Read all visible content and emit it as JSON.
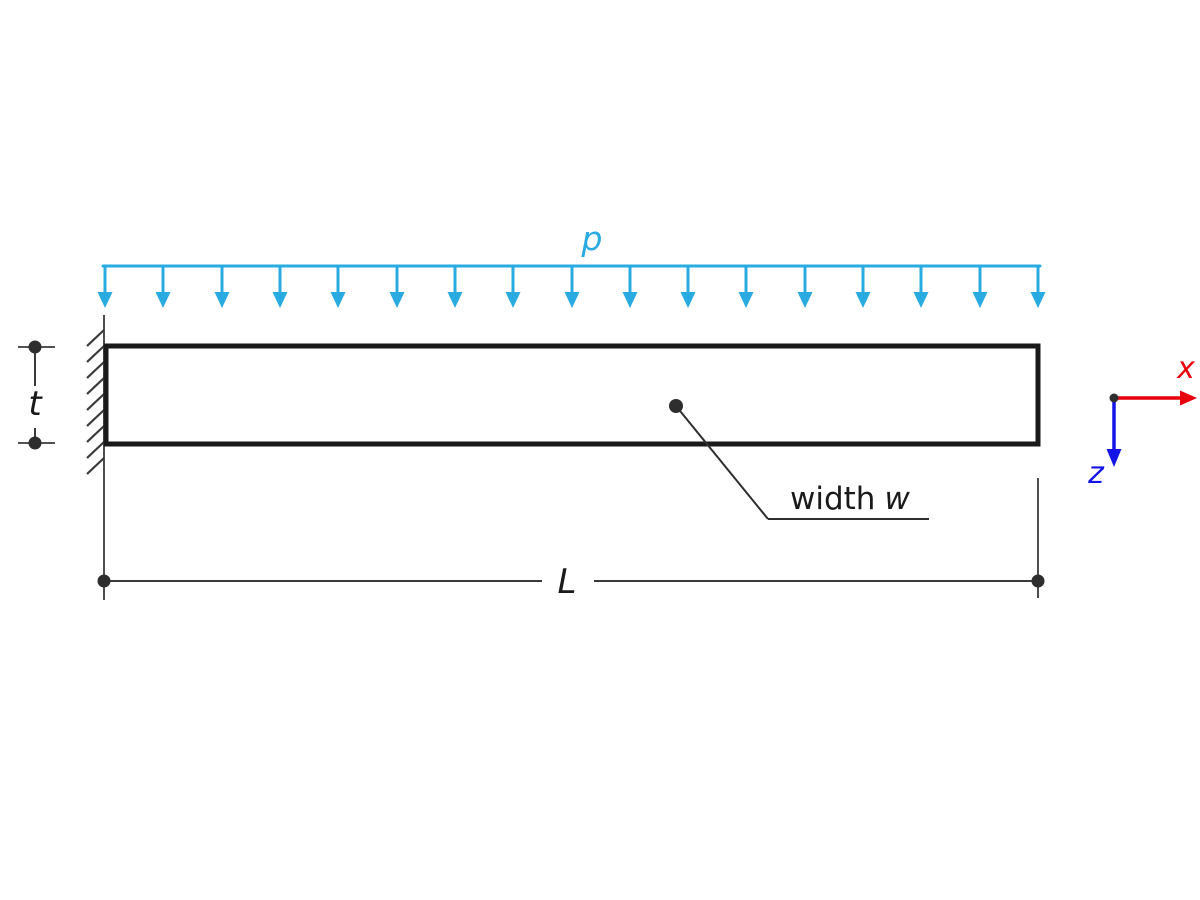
{
  "labels": {
    "load": "p",
    "thickness": "t",
    "length": "L",
    "width_word": "width",
    "width_var": "w",
    "axis_x": "x",
    "axis_z": "z"
  },
  "colors": {
    "load": "#29abe2",
    "beam": "#1a1a1a",
    "dimension": "#3a3a3a",
    "axis-x": "#e8000d",
    "axis-z": "#1414e6"
  }
}
